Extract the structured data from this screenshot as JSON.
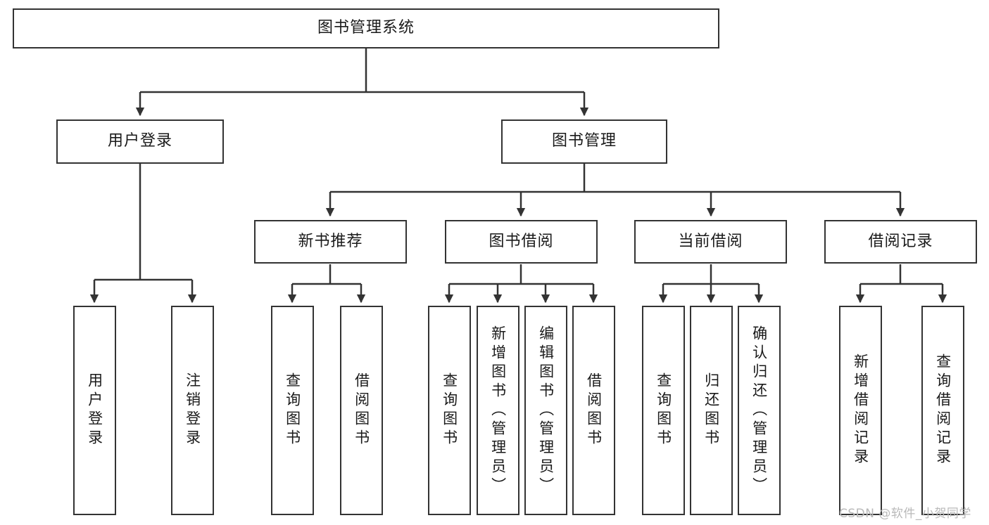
{
  "diagram": {
    "title": "图书管理系统",
    "type": "functional-structure-tree",
    "root": {
      "label": "图书管理系统"
    },
    "level2": [
      {
        "label": "用户登录"
      },
      {
        "label": "图书管理"
      }
    ],
    "level3": [
      {
        "label": "新书推荐"
      },
      {
        "label": "图书借阅"
      },
      {
        "label": "当前借阅"
      },
      {
        "label": "借阅记录"
      }
    ],
    "leaves": {
      "user_login": [
        {
          "label": "用户登录"
        },
        {
          "label": "注销登录"
        }
      ],
      "new_book_recommend": [
        {
          "label": "查询图书"
        },
        {
          "label": "借阅图书"
        }
      ],
      "book_borrow": [
        {
          "label": "查询图书"
        },
        {
          "label": "新增图书（管理员）"
        },
        {
          "label": "编辑图书（管理员）"
        },
        {
          "label": "借阅图书"
        }
      ],
      "current_borrow": [
        {
          "label": "查询图书"
        },
        {
          "label": "归还图书"
        },
        {
          "label": "确认归还（管理员）"
        }
      ],
      "borrow_record": [
        {
          "label": "新增借阅记录"
        },
        {
          "label": "查询借阅记录"
        }
      ]
    }
  },
  "watermark": {
    "text": "CSDN @软件_小贺同学"
  },
  "colors": {
    "stroke": "#333333",
    "background": "#ffffff",
    "text": "#1a1a1a",
    "watermark": "#b9b9b9"
  }
}
